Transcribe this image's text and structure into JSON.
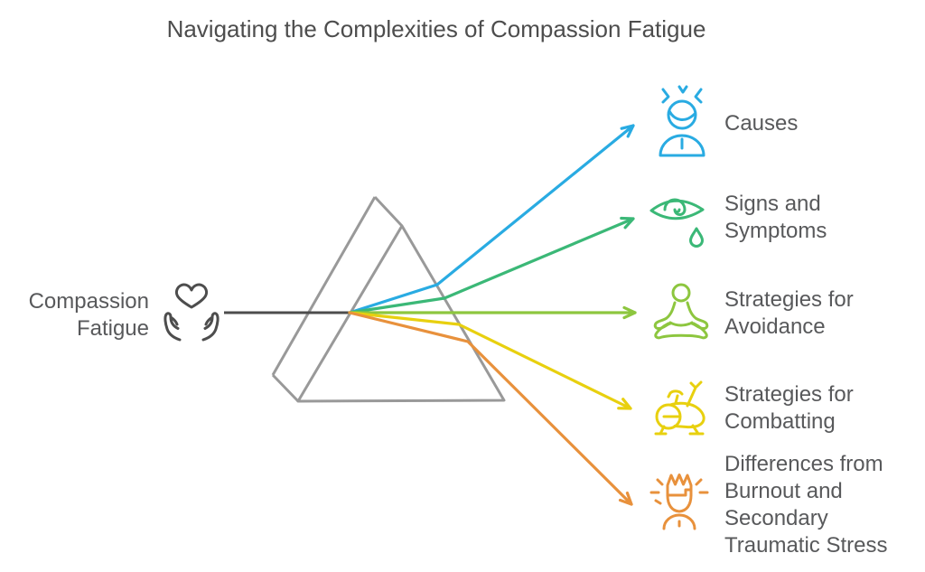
{
  "title": "Navigating the Complexities of Compassion Fatigue",
  "source": {
    "label_lines": [
      "Compassion",
      "Fatigue"
    ],
    "icon": "heart-in-hands-icon"
  },
  "items": [
    {
      "id": "causes",
      "label_lines": [
        "Causes"
      ],
      "icon": "stressed-person-icon",
      "color": "#29ABE2"
    },
    {
      "id": "signs-and-symptoms",
      "label_lines": [
        "Signs and",
        "Symptoms"
      ],
      "icon": "crying-eye-icon",
      "color": "#3BB877"
    },
    {
      "id": "strategies-for-avoidance",
      "label_lines": [
        "Strategies for",
        "Avoidance"
      ],
      "icon": "meditating-person-icon",
      "color": "#8DC63F"
    },
    {
      "id": "strategies-for-combatting",
      "label_lines": [
        "Strategies for",
        "Combatting"
      ],
      "icon": "exercise-bike-icon",
      "color": "#E8D00F"
    },
    {
      "id": "differences-from-burnout",
      "label_lines": [
        "Differences from",
        "Burnout and",
        "Secondary",
        "Traumatic Stress"
      ],
      "icon": "mind-blown-icon",
      "color": "#E8913C"
    }
  ],
  "colors": {
    "text": "#58595B",
    "title": "#4D4D4D",
    "prism": "#999999",
    "beam": "#4D4D4D",
    "source_icon": "#4D4D4D",
    "background": "#FFFFFF"
  }
}
